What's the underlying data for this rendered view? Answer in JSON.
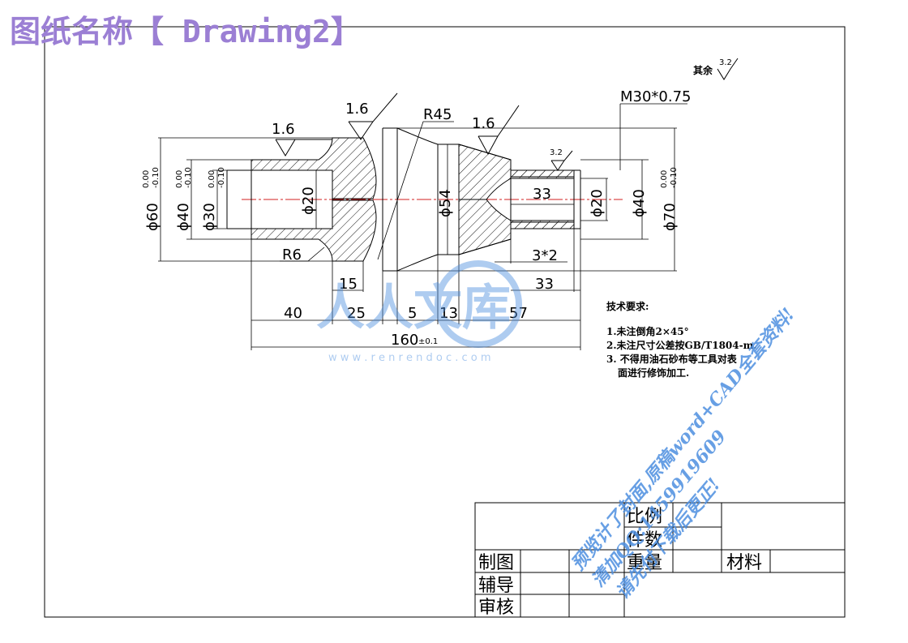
{
  "title": {
    "text": "图纸名称【 Drawing2】",
    "color": "#9b7fd4"
  },
  "roughness": {
    "other_label": "其余",
    "other_value": "3.2",
    "r1": "1.6",
    "r2": "1.6",
    "r3": "1.6",
    "r4": "3.2"
  },
  "dimensions": {
    "thread": "M30*0.75",
    "radius_large": "R45",
    "radius_small": "R6",
    "dia60": "ϕ60",
    "dia60_tol_upper": "0.00",
    "dia60_tol_lower": "-0.10",
    "dia40_left": "ϕ40",
    "dia40_tol_upper": "0.00",
    "dia40_tol_lower": "-0.10",
    "dia30": "ϕ30",
    "dia30_tol_upper": "0.00",
    "dia30_tol_lower": "-0.10",
    "dia20_left": "ϕ20",
    "dia54": "ϕ54",
    "dia20_right": "ϕ20",
    "dia40_right": "ϕ40",
    "dia70": "ϕ70",
    "dia70_tol_upper": "0.00",
    "dia70_tol_lower": "-0.10",
    "len33_inner": "33",
    "len3x2": "3*2",
    "len33_outer": "33",
    "len15": "15",
    "len40": "40",
    "len25": "25",
    "len5": "5",
    "len13": "13",
    "len57": "57",
    "total": "160",
    "total_tol": "±0.1"
  },
  "tech_requirements": {
    "heading": "技术要求:",
    "items": [
      "1.未注倒角2×45°",
      "2.未注尺寸公差按GB/T1804-m.",
      "3. 不得用油石砂布等工具对表",
      "面进行修饰加工."
    ]
  },
  "title_block": {
    "scale": "比例",
    "quantity": "件数",
    "weight": "重量",
    "material": "材料",
    "drawn": "制图",
    "assist": "辅导",
    "review": "审核"
  },
  "watermark": {
    "logo_text": "人人文库",
    "url": "w w w . r e n r e n d o c . c o m",
    "line1": "预览计了封面,原稿word+CAD全套资料!",
    "line2": "清加QQ:1459919609",
    "line3": "请先付下载后更正!",
    "color": "#4d8fe0"
  }
}
